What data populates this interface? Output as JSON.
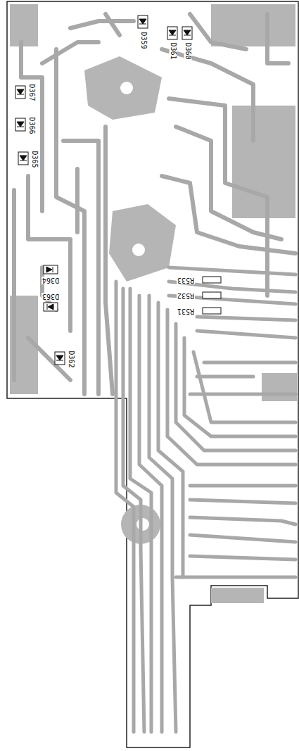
{
  "diagram": {
    "labels": [
      "D359",
      "D361",
      "D360",
      "D367",
      "D366",
      "D365",
      "D364",
      "D363",
      "R533",
      "R532",
      "R531",
      "D362"
    ]
  }
}
